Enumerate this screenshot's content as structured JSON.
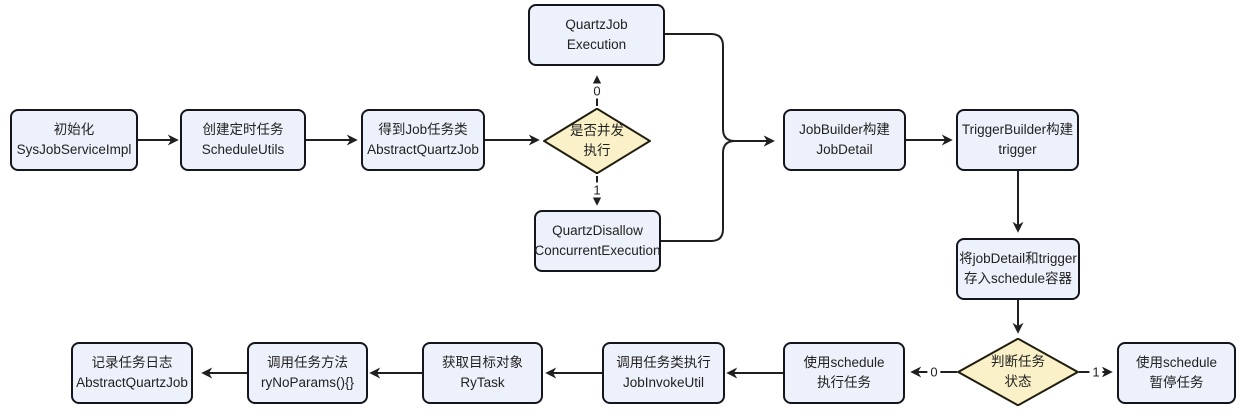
{
  "diagram": {
    "nodes": {
      "init": {
        "line1": "初始化",
        "line2": "SysJobServiceImpl"
      },
      "schedule_utils": {
        "line1": "创建定时任务",
        "line2": "ScheduleUtils"
      },
      "abstract_quartz_job": {
        "line1": "得到Job任务类",
        "line2": "AbstractQuartzJob"
      },
      "quartz_job_execution": {
        "line1": "QuartzJob",
        "line2": "Execution"
      },
      "concurrent_decision": {
        "line1": "是否并发",
        "line2": "执行"
      },
      "quartz_disallow": {
        "line1": "QuartzDisallow",
        "line2": "ConcurrentExecution"
      },
      "job_builder": {
        "line1": "JobBuilder构建",
        "line2": "JobDetail"
      },
      "trigger_builder": {
        "line1": "TriggerBuilder构建",
        "line2": "trigger"
      },
      "store_schedule": {
        "line1": "将jobDetail和trigger",
        "line2": "存入schedule容器"
      },
      "status_decision": {
        "line1": "判断任务",
        "line2": "状态"
      },
      "pause_task": {
        "line1": "使用schedule",
        "line2": "暂停任务"
      },
      "run_task": {
        "line1": "使用schedule",
        "line2": "执行任务"
      },
      "job_invoke": {
        "line1": "调用任务类执行",
        "line2": "JobInvokeUtil"
      },
      "ry_task": {
        "line1": "获取目标对象",
        "line2": "RyTask"
      },
      "ry_no_params": {
        "line1": "调用任务方法",
        "line2": "ryNoParams(){}"
      },
      "record_log": {
        "line1": "记录任务日志",
        "line2": "AbstractQuartzJob"
      }
    },
    "edge_labels": {
      "concurrent_no": "0",
      "concurrent_yes": "1",
      "status_run": "0",
      "status_pause": "1"
    },
    "colors": {
      "node_fill": "#edf1fb",
      "node_border": "#15151d",
      "decision_fill": "#faf1c8",
      "decision_border": "#1f1d0e",
      "edge": "#1f1f1f",
      "text": "#222222",
      "background": "#ffffff"
    }
  }
}
